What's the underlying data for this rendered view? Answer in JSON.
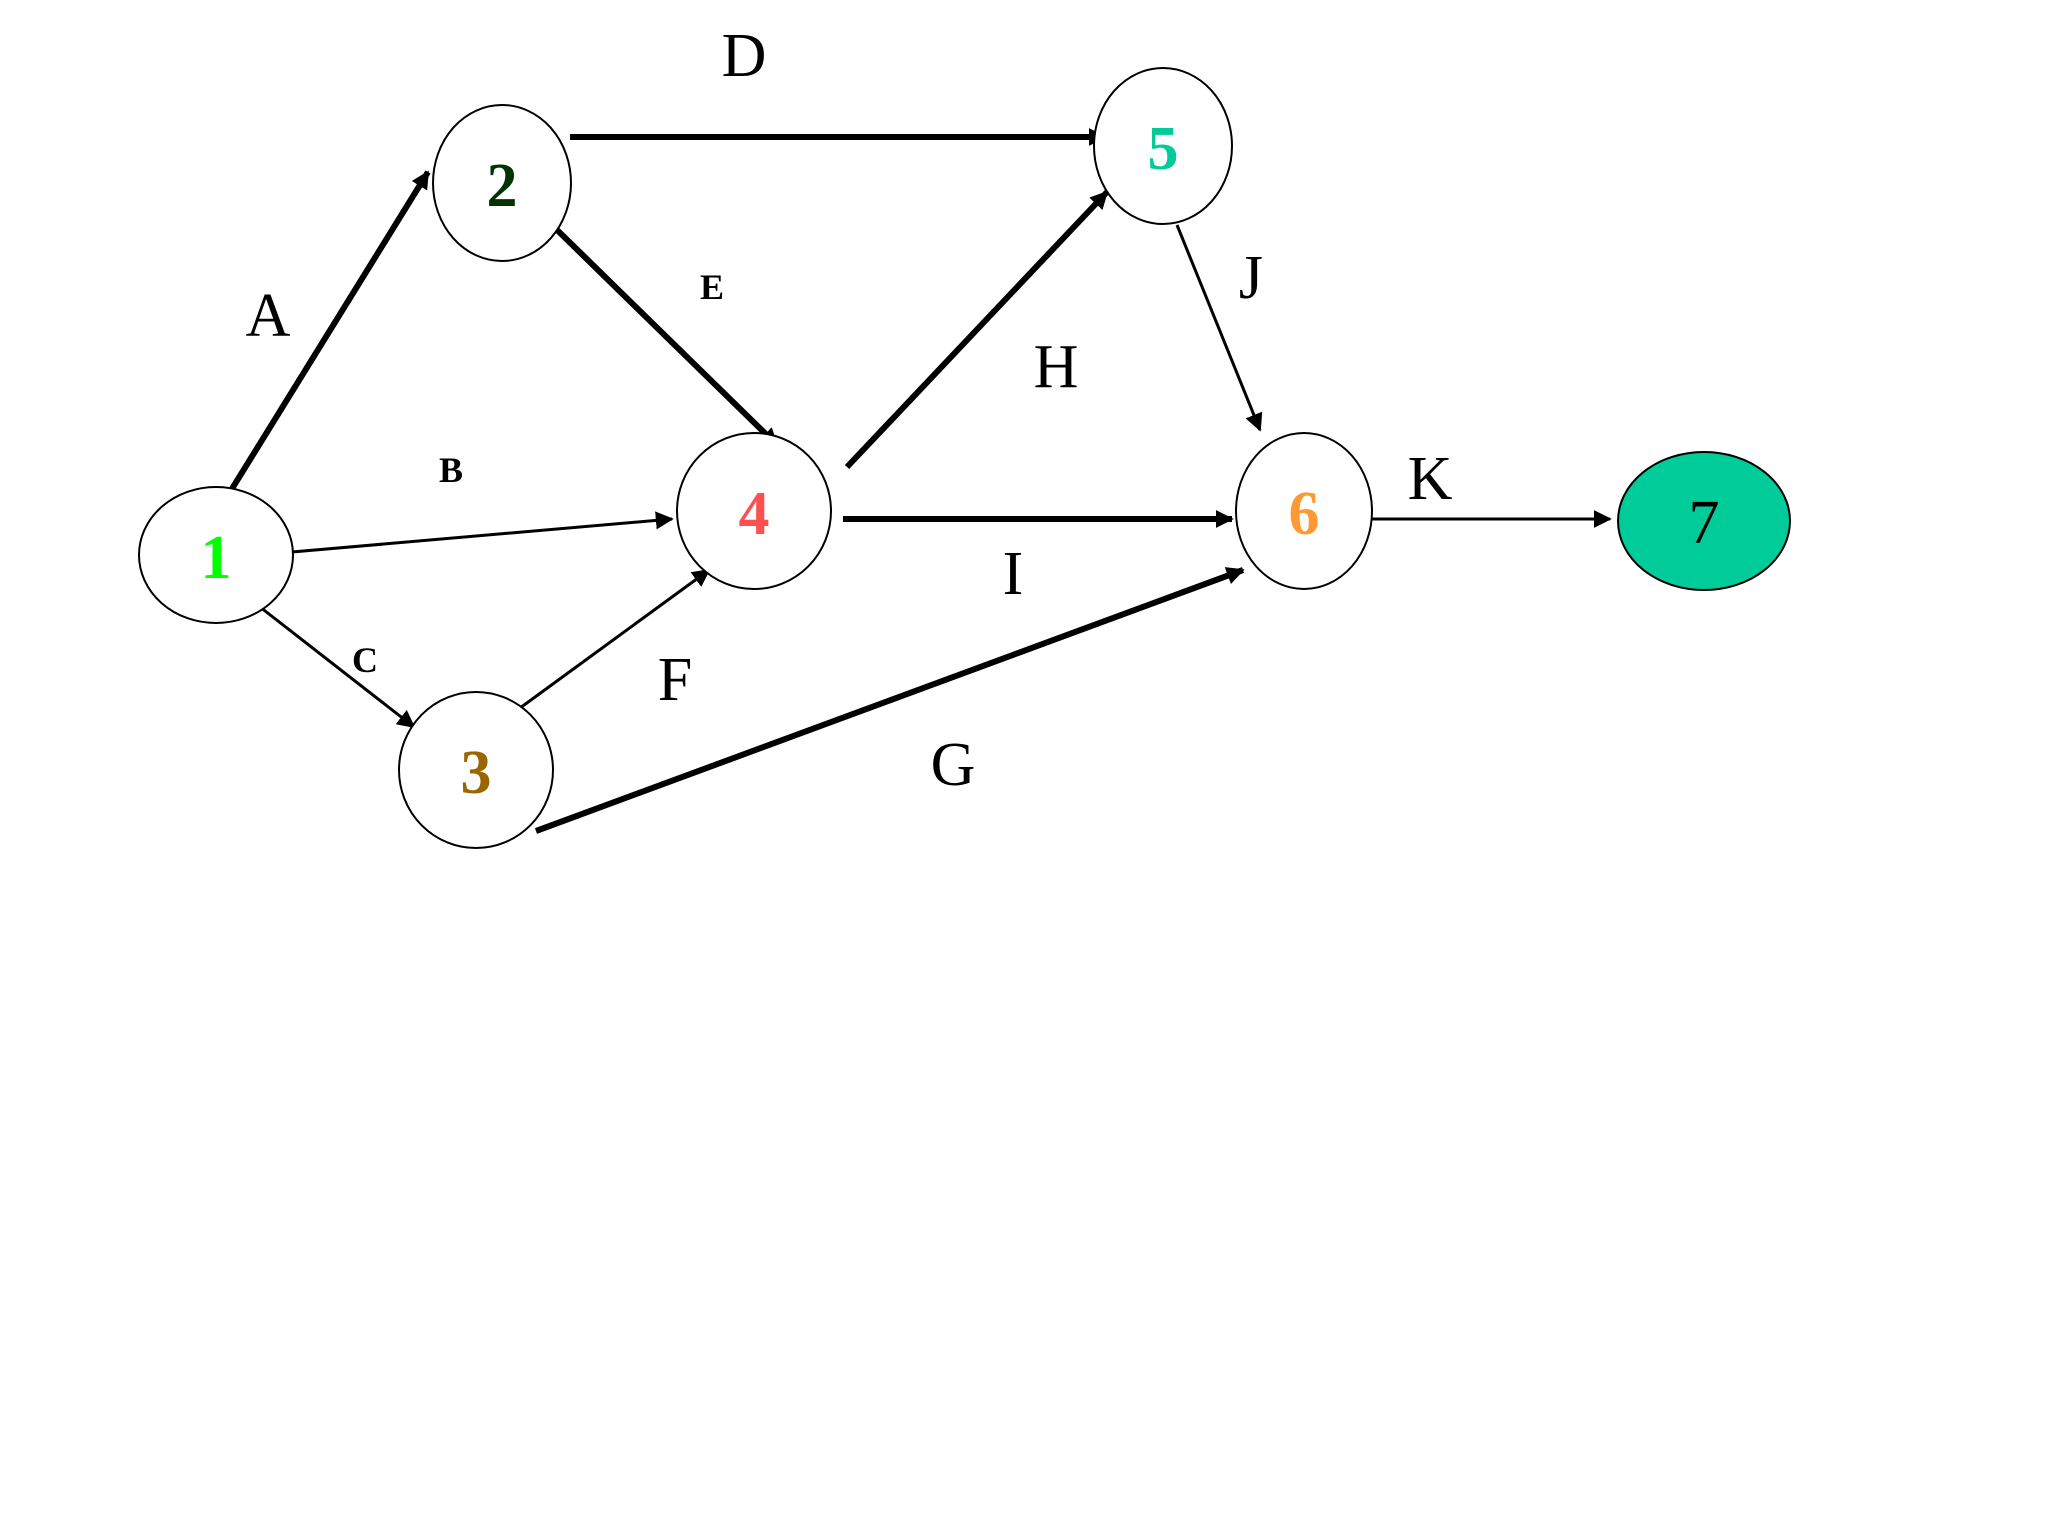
{
  "diagram": {
    "nodes": {
      "n1": {
        "label": "1",
        "color": "#00ff00"
      },
      "n2": {
        "label": "2",
        "color": "#003300"
      },
      "n3": {
        "label": "3",
        "color": "#996600"
      },
      "n4": {
        "label": "4",
        "color": "#ff5050"
      },
      "n5": {
        "label": "5",
        "color": "#00cc99"
      },
      "n6": {
        "label": "6",
        "color": "#ff9933"
      },
      "n7": {
        "label": "7",
        "color": "#000000",
        "fill": "#00cc99"
      }
    },
    "edges": {
      "A": {
        "label": "A",
        "from": "1",
        "to": "2"
      },
      "B": {
        "label": "B",
        "from": "1",
        "to": "4"
      },
      "C": {
        "label": "C",
        "from": "1",
        "to": "3"
      },
      "D": {
        "label": "D",
        "from": "2",
        "to": "5"
      },
      "E": {
        "label": "E",
        "from": "2",
        "to": "4"
      },
      "F": {
        "label": "F",
        "from": "3",
        "to": "4"
      },
      "G": {
        "label": "G",
        "from": "3",
        "to": "6"
      },
      "H": {
        "label": "H",
        "from": "4",
        "to": "5"
      },
      "I": {
        "label": "I",
        "from": "4",
        "to": "6"
      },
      "J": {
        "label": "J",
        "from": "5",
        "to": "6"
      },
      "K": {
        "label": "K",
        "from": "6",
        "to": "7"
      }
    }
  }
}
